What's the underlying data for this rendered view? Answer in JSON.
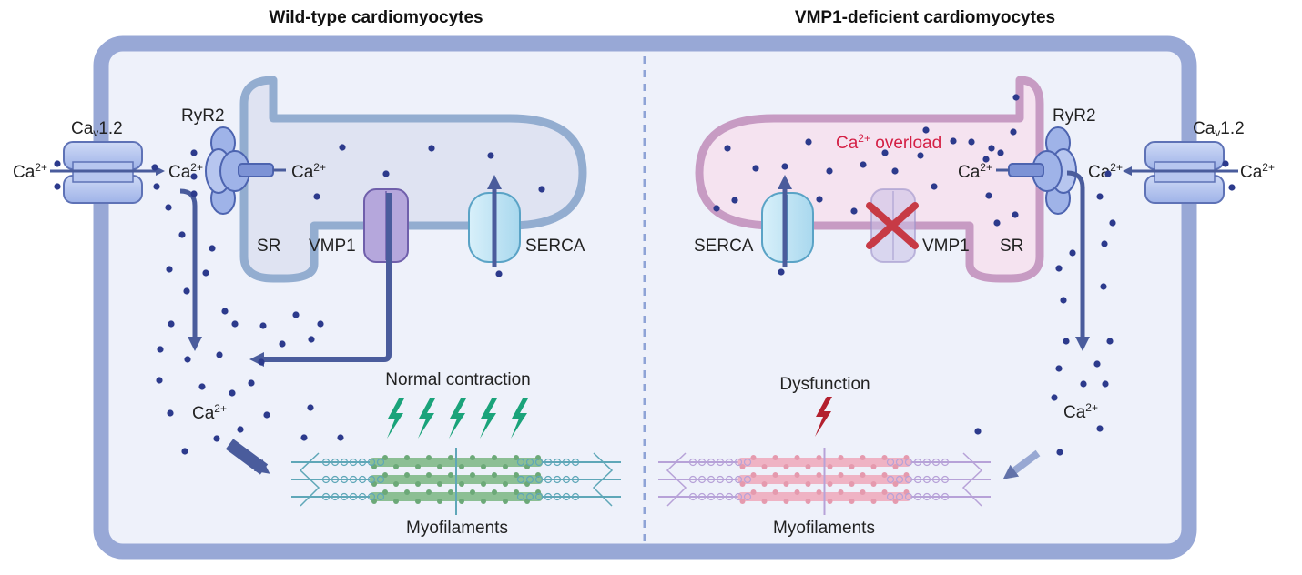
{
  "left_panel": {
    "title": "Wild-type cardiomyocytes",
    "channel": {
      "name_main": "Ca",
      "name_sub": "v",
      "name_rest": "1.2"
    },
    "ca_outside": {
      "base": "Ca",
      "sup": "2+"
    },
    "ca_after_channel": {
      "base": "Ca",
      "sup": "2+"
    },
    "ryr2": "RyR2",
    "ca_from_ryr2": {
      "base": "Ca",
      "sup": "2+"
    },
    "sr": "SR",
    "vmp1": "VMP1",
    "serca": "SERCA",
    "ca_cytosol": {
      "base": "Ca",
      "sup": "2+"
    },
    "effect": "Normal contraction",
    "myofilaments": "Myofilaments",
    "bolt_count": 5
  },
  "right_panel": {
    "title": "VMP1-deficient cardiomyocytes",
    "channel": {
      "name_main": "Ca",
      "name_sub": "v",
      "name_rest": "1.2"
    },
    "ca_outside": {
      "base": "Ca",
      "sup": "2+"
    },
    "ca_after_channel": {
      "base": "Ca",
      "sup": "2+"
    },
    "ryr2": "RyR2",
    "ca_from_ryr2": {
      "base": "Ca",
      "sup": "2+"
    },
    "overload": {
      "base": "Ca",
      "sup": "2+",
      "rest": " overload"
    },
    "sr": "SR",
    "vmp1": "VMP1",
    "serca": "SERCA",
    "ca_cytosol": {
      "base": "Ca",
      "sup": "2+"
    },
    "effect": "Dysfunction",
    "myofilaments": "Myofilaments",
    "bolt_count": 1
  },
  "colors": {
    "cell_border": "#98a8d6",
    "cell_fill": "#eef1fa",
    "ion": "#2c3a8c",
    "arrow": "#4a5c9c",
    "sr_wt_fill": "#dfe3f2",
    "sr_wt_border": "#93add0",
    "sr_ko_fill": "#f5e3f0",
    "sr_ko_border": "#c79bc3",
    "overload_text": "#d42045",
    "bolt_green": "#1aa37a",
    "bolt_red": "#b3202e",
    "cross": "#c73a45"
  }
}
